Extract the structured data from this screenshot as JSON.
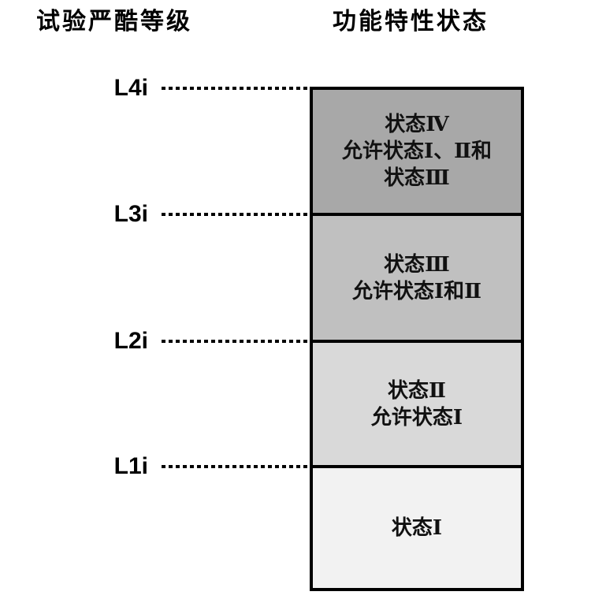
{
  "diagram": {
    "left_header": "试验严酷等级",
    "right_header": "功能特性状态",
    "levels": [
      {
        "label": "L4i"
      },
      {
        "label": "L3i"
      },
      {
        "label": "L2i"
      },
      {
        "label": "L1i"
      }
    ],
    "sections": [
      {
        "name": "state-IV",
        "color": "#a8a8a8",
        "lines": [
          "状态Ⅳ",
          "允许状态Ⅰ、Ⅱ和",
          "状态Ⅲ"
        ]
      },
      {
        "name": "state-III",
        "color": "#c0c0c0",
        "lines": [
          "状态Ⅲ",
          "允许状态Ⅰ和Ⅱ"
        ]
      },
      {
        "name": "state-II",
        "color": "#d9d9d9",
        "lines": [
          "状态Ⅱ",
          "允许状态Ⅰ"
        ]
      },
      {
        "name": "state-I",
        "color": "#f2f2f2",
        "lines": [
          "状态Ⅰ"
        ]
      }
    ],
    "colors": {
      "border": "#000000",
      "leader_line": "#000000",
      "background": "#ffffff"
    }
  }
}
